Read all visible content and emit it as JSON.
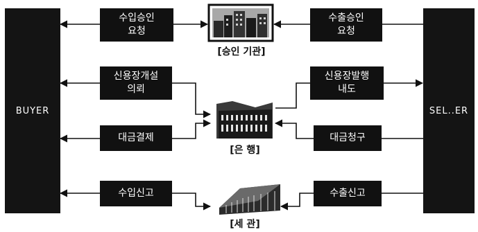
{
  "parties": {
    "buyer": "BUYER",
    "seller": "SEL..ER"
  },
  "boxes": {
    "import_approval_request": "수입승인\n요청",
    "export_approval_request": "수출승인\n요청",
    "lc_open_request": "신용장개설\n의뢰",
    "lc_issue_notify": "신용장발행\n내도",
    "payment": "대금결제",
    "payment_claim": "대금청구",
    "import_declaration": "수입신고",
    "export_declaration": "수출신고"
  },
  "institutions": {
    "approval_agency": "[승인 기관]",
    "bank": "[은 행]",
    "customs": "[세 관]"
  }
}
